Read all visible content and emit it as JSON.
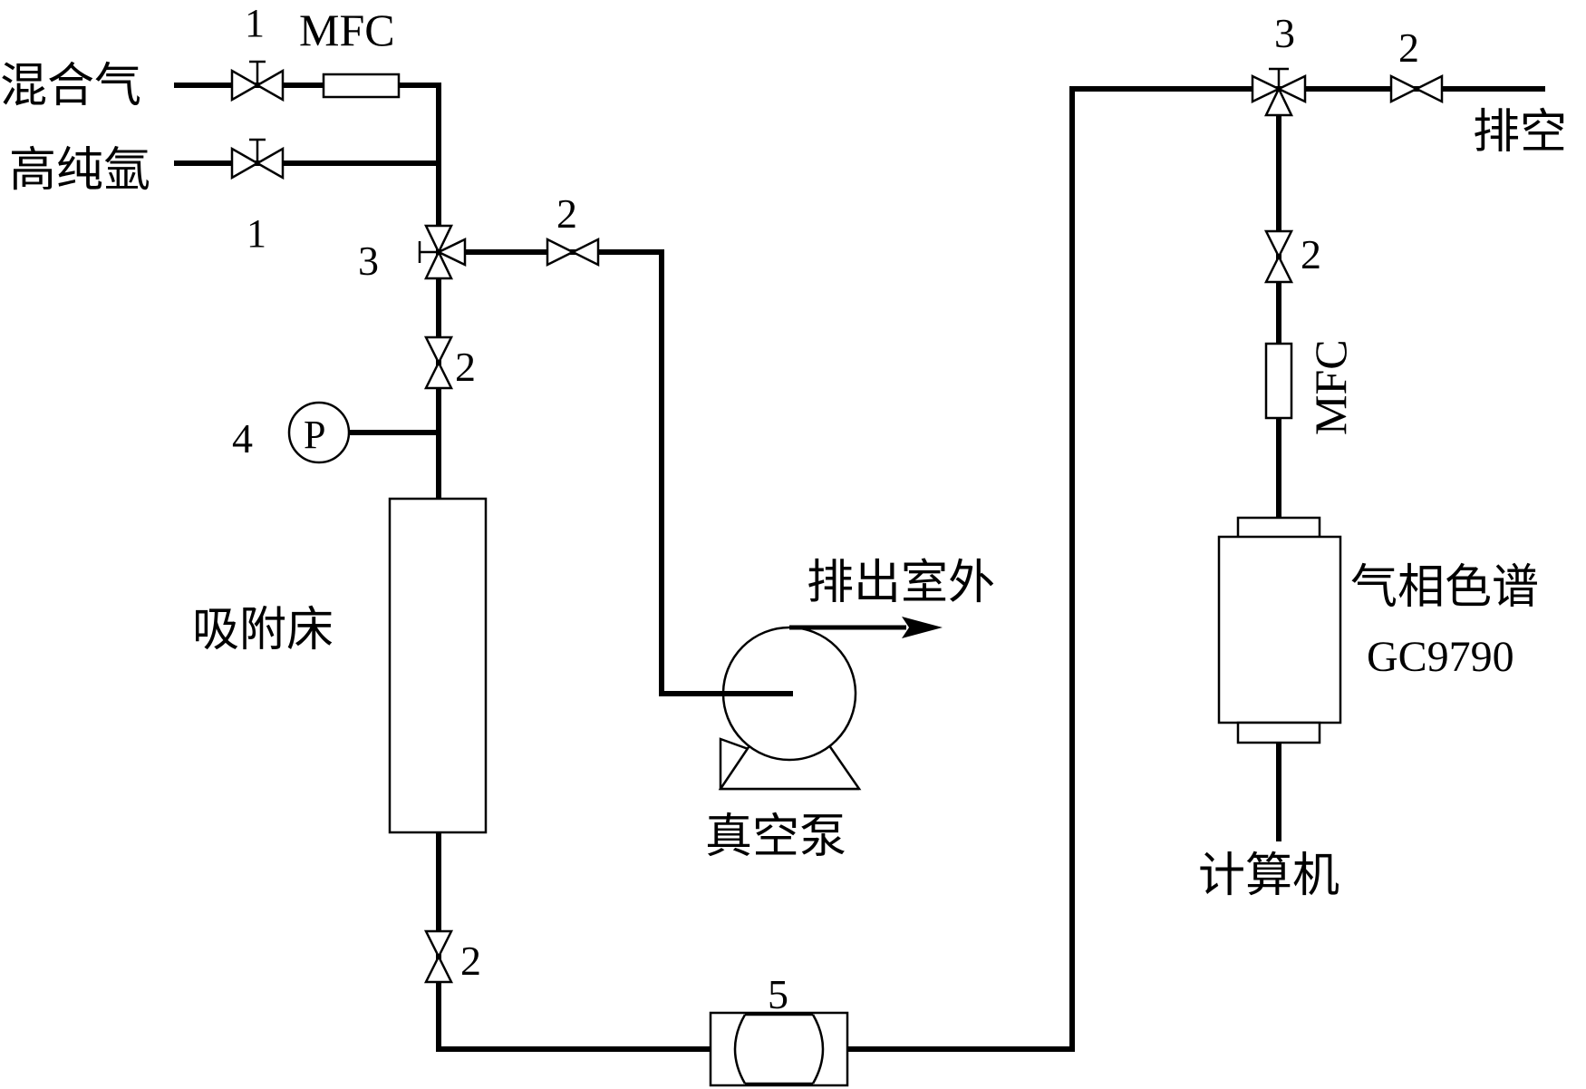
{
  "labels": {
    "mixed_gas": "混合气",
    "high_purity_argon": "高纯氩",
    "mfc_top": "MFC",
    "valve1_top": "1",
    "valve1_bottom": "1",
    "valve3_left": "3",
    "valve2_pump_line": "2",
    "valve2_upper_left": "2",
    "gauge_number": "4",
    "gauge_symbol": "P",
    "adsorption_bed": "吸附床",
    "exhaust_outdoors": "排出室外",
    "vacuum_pump": "真空泵",
    "valve2_lower_left": "2",
    "component5": "5",
    "valve3_right": "3",
    "valve2_vent_line": "2",
    "vent": "排空",
    "valve2_right_column": "2",
    "mfc_right": "MFC",
    "gas_chromatograph": "气相色谱",
    "gc_model": "GC9790",
    "computer": "计算机"
  }
}
